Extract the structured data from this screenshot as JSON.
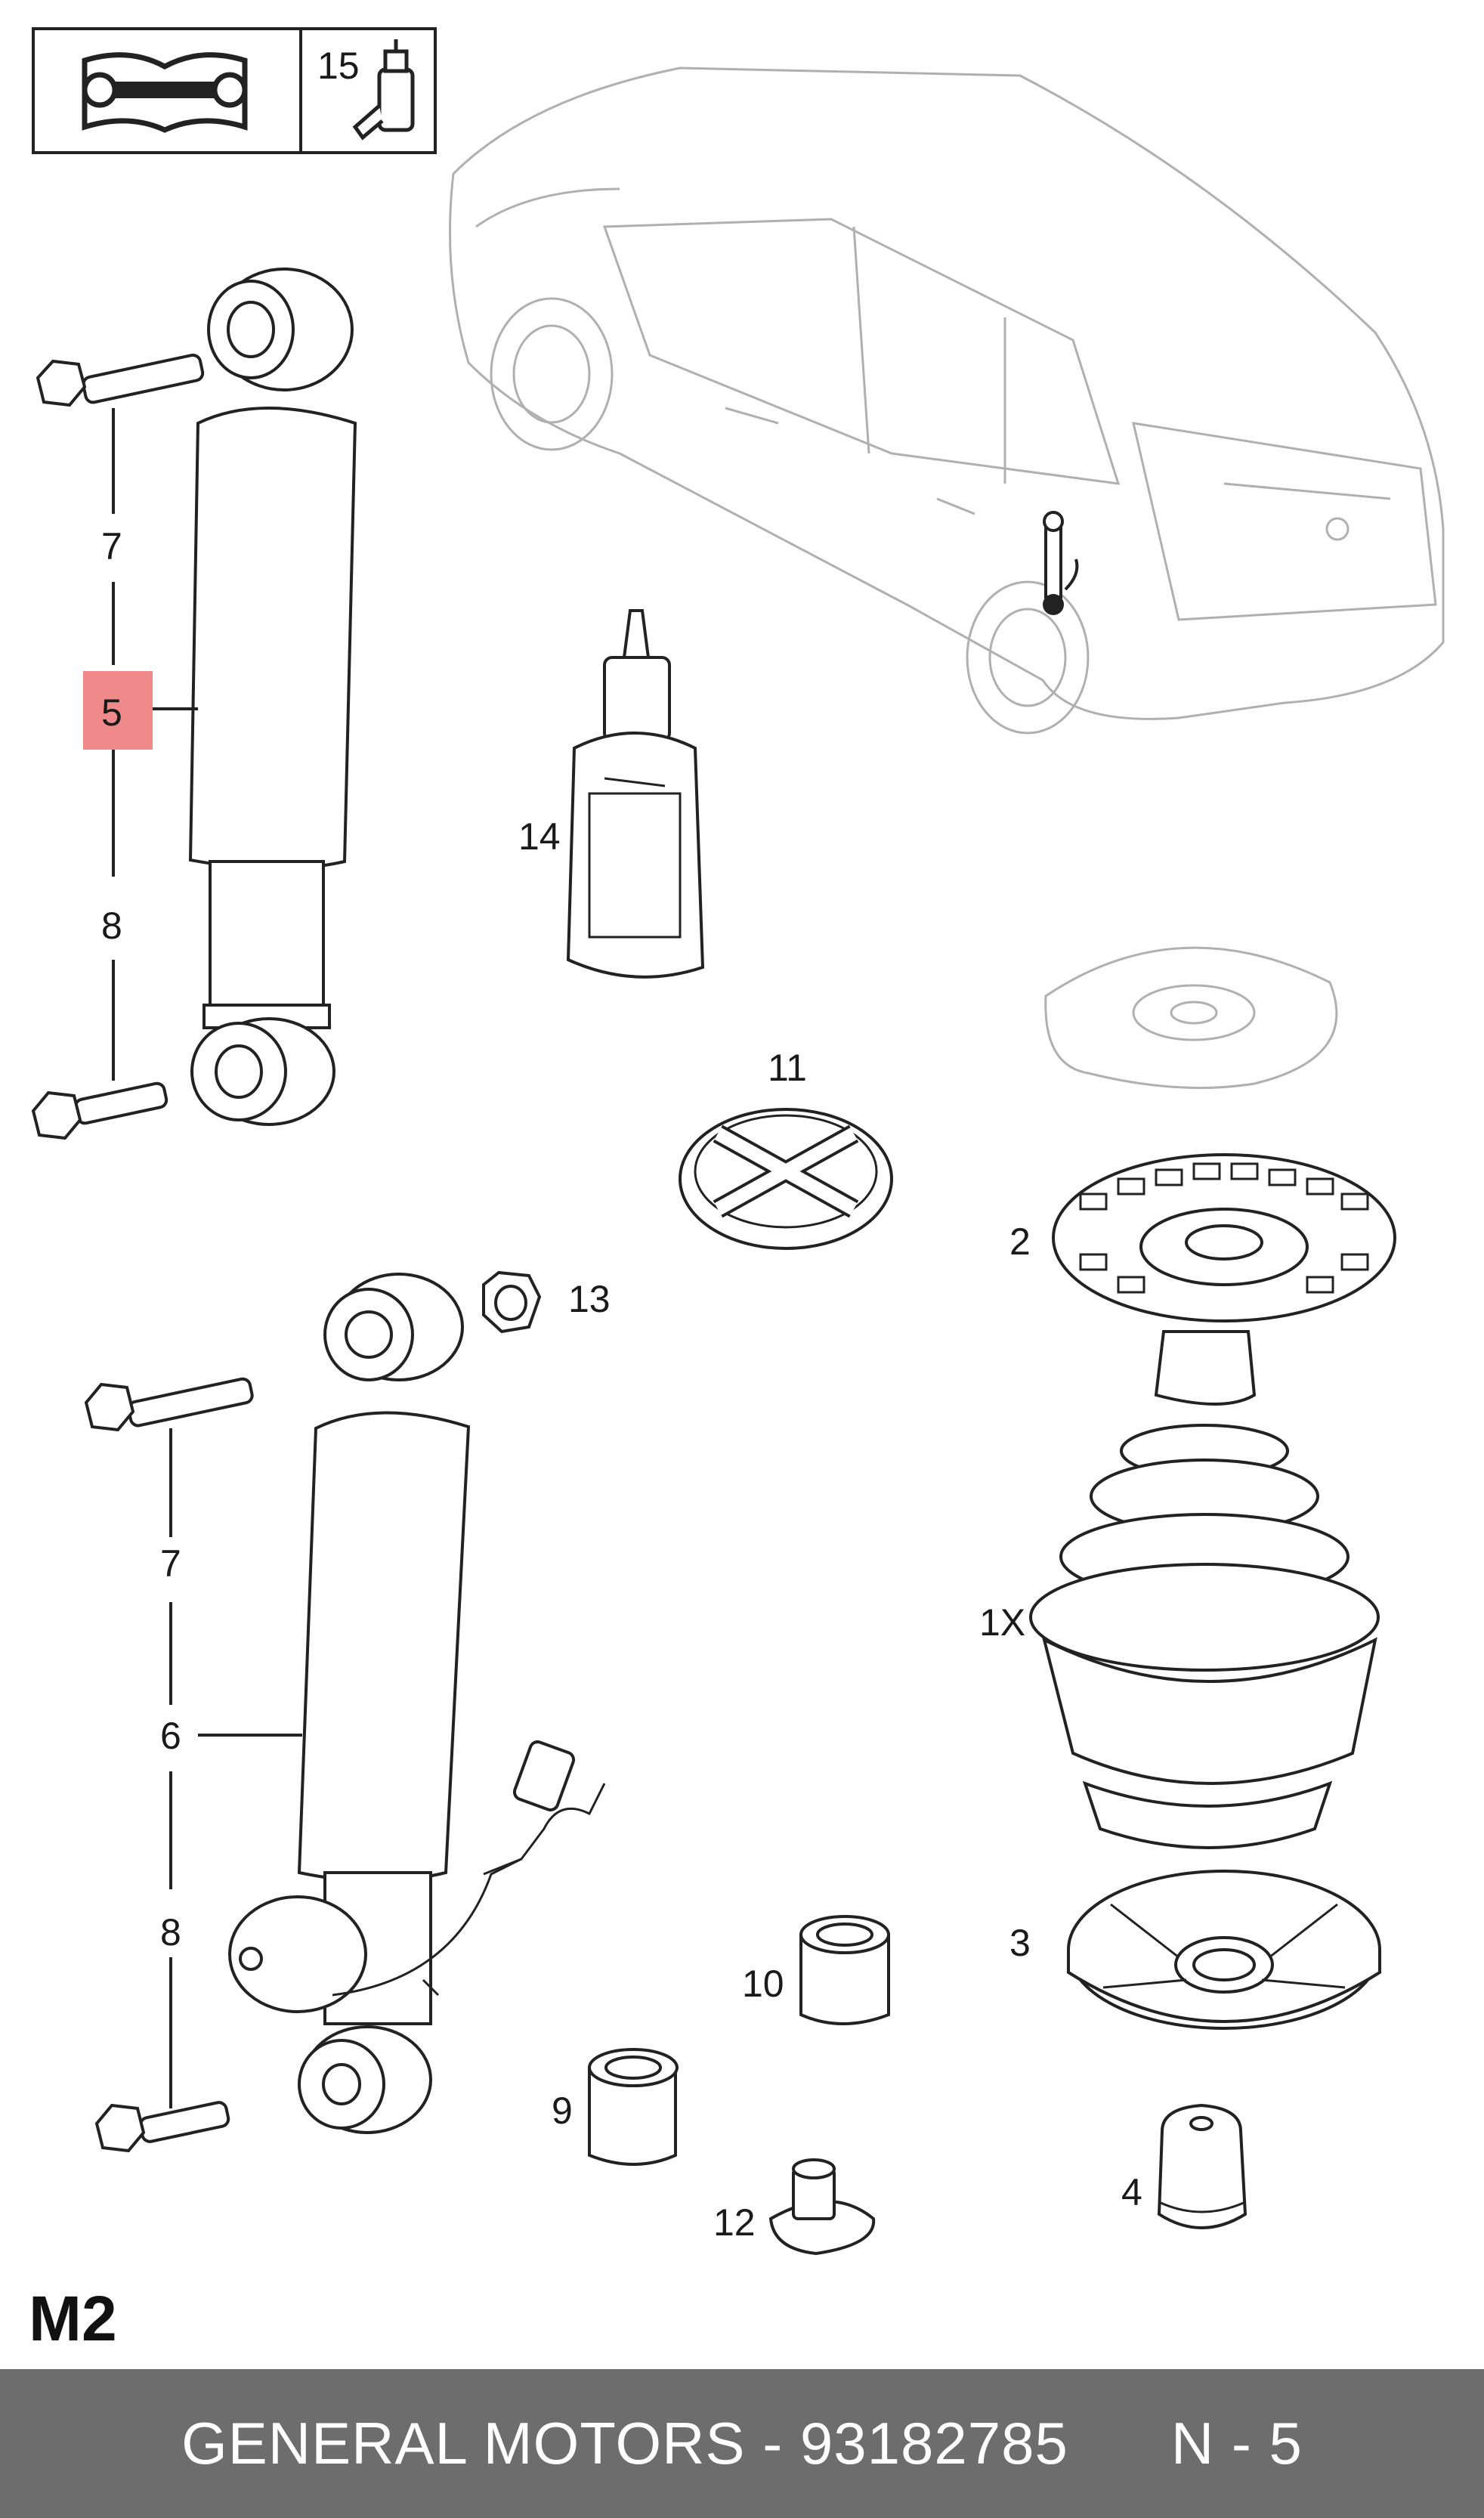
{
  "header_box": {
    "manual_icon": "wrench-book-icon",
    "grease_icon": "grease-cartridge-icon",
    "grease_ref": "15"
  },
  "callouts": {
    "c7a": "7",
    "c5": "5",
    "c8a": "8",
    "c14": "14",
    "c11": "11",
    "c2": "2",
    "c13": "13",
    "c7b": "7",
    "c6": "6",
    "c8b": "8",
    "c1x": "1X",
    "c10": "10",
    "c3": "3",
    "c9": "9",
    "c12": "12",
    "c4": "4"
  },
  "highlight_color": "#f08a8a",
  "page_code": "M2",
  "footer": {
    "text": "GENERAL MOTORS - 93182785      N - 5",
    "background": "#6d6d6d"
  }
}
